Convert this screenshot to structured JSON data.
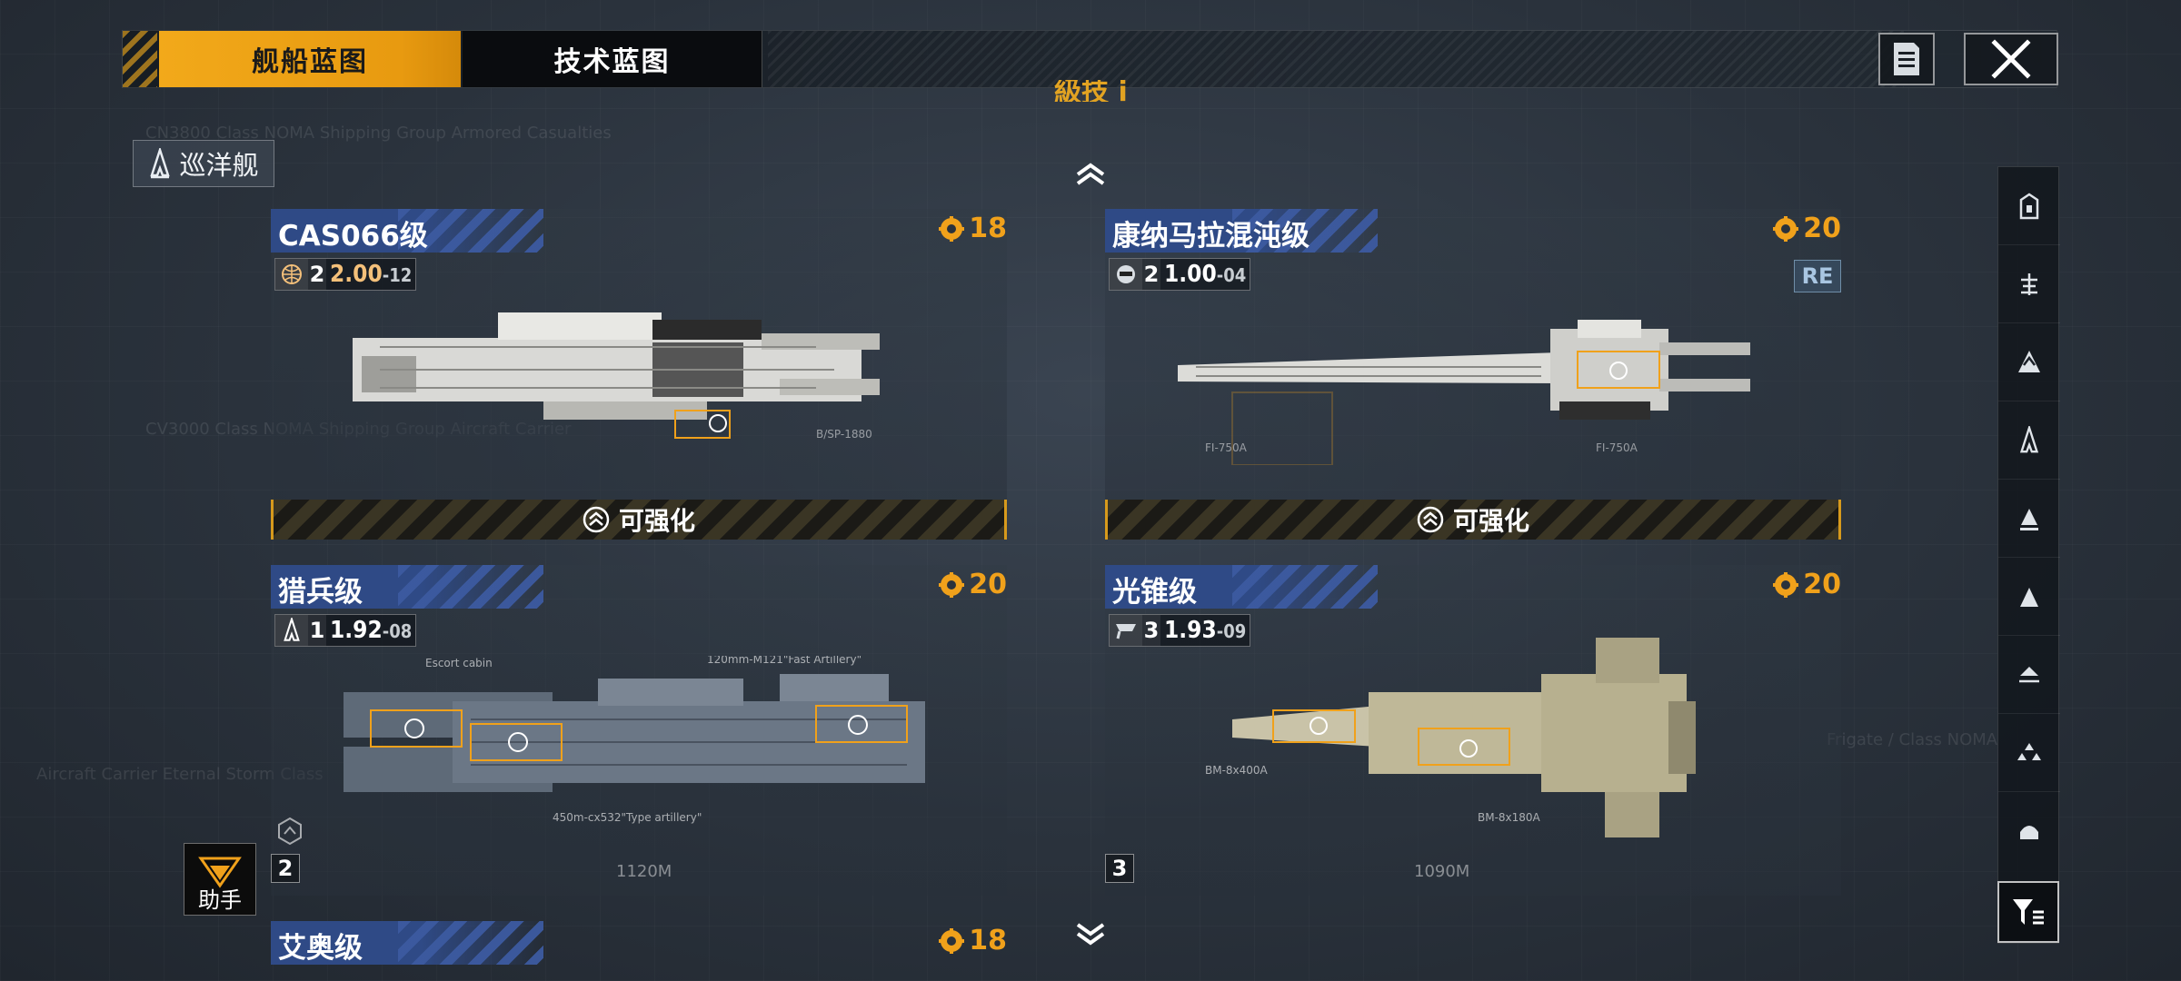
{
  "tabs": {
    "active_label": "舰船蓝图",
    "inactive_label": "技术蓝图"
  },
  "peek_text": "級技 i",
  "category": {
    "label": "巡洋舰",
    "icon": "cruiser-icon"
  },
  "cards": [
    {
      "name": "CAS066级",
      "cost": "18",
      "stats": {
        "icon": "globe-emblem-icon",
        "tier": "2",
        "value": "2.00",
        "suffix": "12"
      },
      "badge": "",
      "upgrade_label": "可强化"
    },
    {
      "name": "康纳马拉混沌级",
      "cost": "20",
      "stats": {
        "icon": "mask-emblem-icon",
        "tier": "2",
        "value": "1.00",
        "suffix": "04"
      },
      "badge": "RE",
      "upgrade_label": "可强化"
    },
    {
      "name": "猎兵级",
      "cost": "20",
      "stats": {
        "icon": "cruiser-icon",
        "tier": "1",
        "value": "1.92",
        "suffix": "08"
      },
      "badge": "",
      "footer_num": "2",
      "length": "1120M"
    },
    {
      "name": "光锥级",
      "cost": "20",
      "stats": {
        "icon": "flag-emblem-icon",
        "tier": "3",
        "value": "1.93",
        "suffix": "09"
      },
      "badge": "",
      "footer_num": "3",
      "length": "1090M"
    },
    {
      "name": "艾奥级",
      "cost": "18"
    }
  ],
  "assistant_label": "助手",
  "sidebar": {
    "items": [
      "base-ship-icon",
      "carrier-icon",
      "battleship-icon",
      "cruiser-icon",
      "destroyer-icon",
      "frigate-icon",
      "corvette-icon",
      "fighter-icon",
      "aux-ship-icon"
    ],
    "filter_icon": "filter-icon"
  },
  "colors": {
    "accent_orange": "#f2a91a",
    "header_blue": "#2f4a86",
    "cost_orange": "#f0a11b"
  }
}
